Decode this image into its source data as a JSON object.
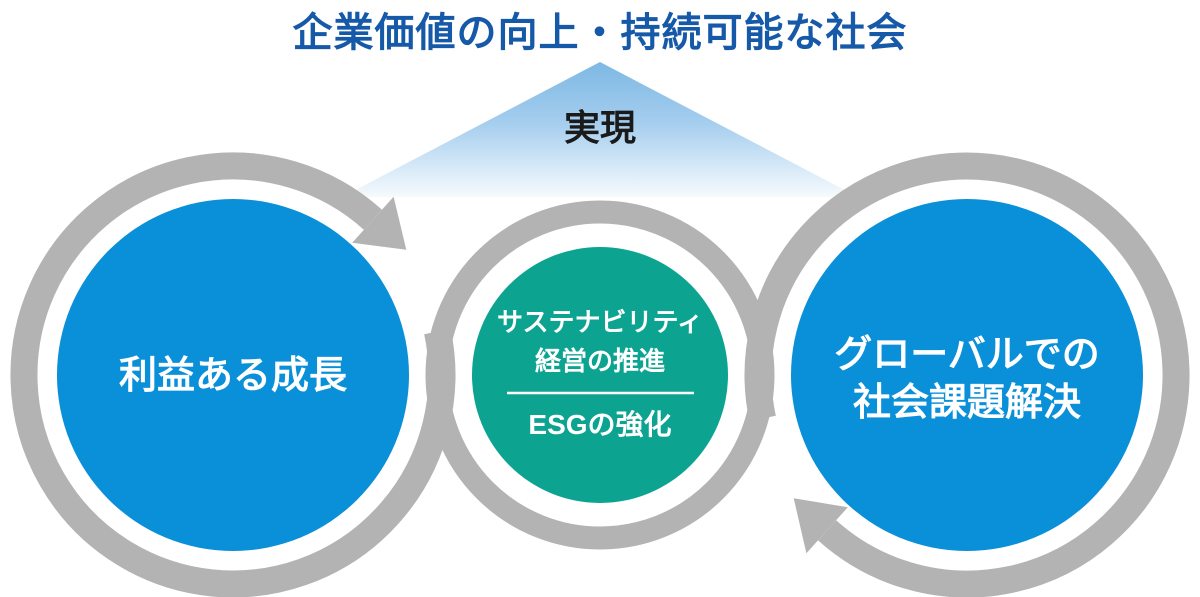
{
  "title": "企業価値の向上・持続可能な社会",
  "apex": {
    "label": "実現"
  },
  "left_circle": {
    "label": "利益ある成長"
  },
  "center_circle": {
    "line1": "サステナビリティ",
    "line2": "経営の推進",
    "line3": "ESGの強化"
  },
  "right_circle": {
    "line1": "グローバルでの",
    "line2": "社会課題解決"
  },
  "colors": {
    "title_blue": "#1559a8",
    "circle_blue": "#0a8fd9",
    "circle_green": "#0ca391",
    "ring_gray": "#b3b3b3",
    "text_white": "#ffffff",
    "text_black": "#1a1a1a"
  }
}
